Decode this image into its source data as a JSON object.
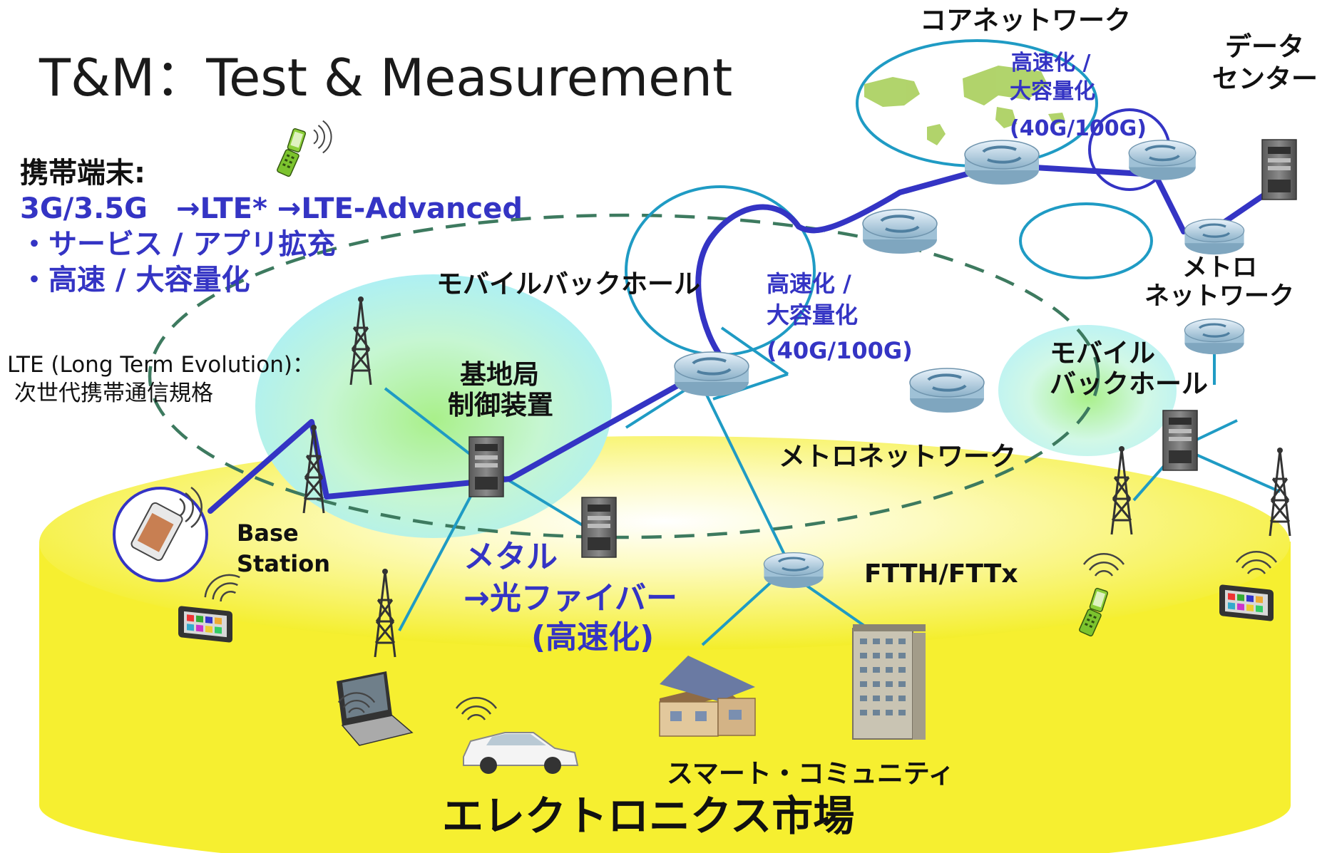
{
  "title": "T&M：Test & Measurement",
  "mobile": {
    "heading": "携帯端末:",
    "evolution": "3G/3.5G　→LTE* →LTE-Advanced",
    "bullet1": "・サービス / アプリ拡充",
    "bullet2": "・高速 / 大容量化"
  },
  "lte_definition": {
    "line1": "LTE (Long Term Evolution)：",
    "line2": "次世代携帯通信規格"
  },
  "core_network": {
    "label": "コアネットワーク",
    "speed1": "高速化 /",
    "speed2": "大容量化",
    "rate": "(40G/100G)"
  },
  "data_center": {
    "line1": "データ",
    "line2": "センター"
  },
  "metro_small": {
    "line1": "メトロ",
    "line2": "ネットワーク"
  },
  "metro_network": {
    "label": "メトロネットワーク",
    "speed1": "高速化 /",
    "speed2": "大容量化",
    "rate": "(40G/100G)"
  },
  "mobile_backhaul": "モバイルバックホール",
  "mobile_backhaul_right": {
    "line1": "モバイル",
    "line2": "バックホール"
  },
  "base_station_controller": {
    "line1": "基地局",
    "line2": "制御装置"
  },
  "base_station": {
    "line1": "Base",
    "line2": "Station"
  },
  "fiber": {
    "line1": "メタル",
    "line2": "→光ファイバー",
    "line3": "(高速化)"
  },
  "ftth": "FTTH/FTTx",
  "smart_community": "スマート・コミュニティ",
  "market": "エレクトロニクス市場",
  "colors": {
    "highlight_path": "#3434c4",
    "link": "#1f9bc4",
    "ellipse_dash": "#3d7a5f",
    "market_floor": "#f7f24a"
  }
}
